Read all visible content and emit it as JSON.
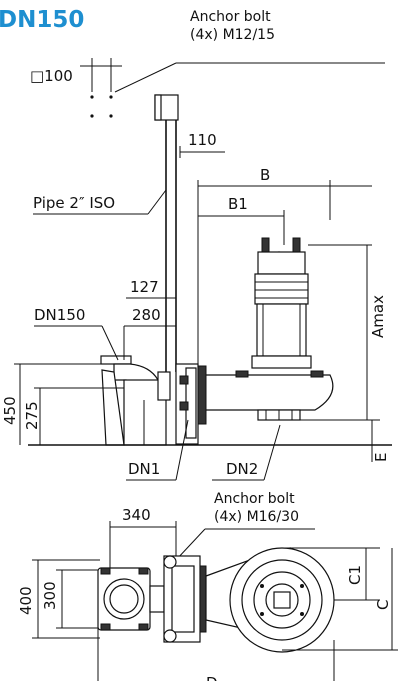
{
  "title": "DN150",
  "anchor_top": {
    "line1": "Anchor bolt",
    "line2": "(4x) M12/15"
  },
  "anchor_bottom": {
    "line1": "Anchor bolt",
    "line2": "(4x) M16/30"
  },
  "labels": {
    "square_100": "□100",
    "d110": "110",
    "pipe": "Pipe 2″ ISO",
    "B": "B",
    "B1": "B1",
    "d127": "127",
    "dn150": "DN150",
    "d280": "280",
    "Amax": "Amax",
    "d450": "450",
    "d275": "275",
    "DN1": "DN1",
    "DN2": "DN2",
    "E": "E",
    "d340": "340",
    "d400": "400",
    "d300": "300",
    "C1": "C1",
    "C": "C",
    "D": "D"
  }
}
